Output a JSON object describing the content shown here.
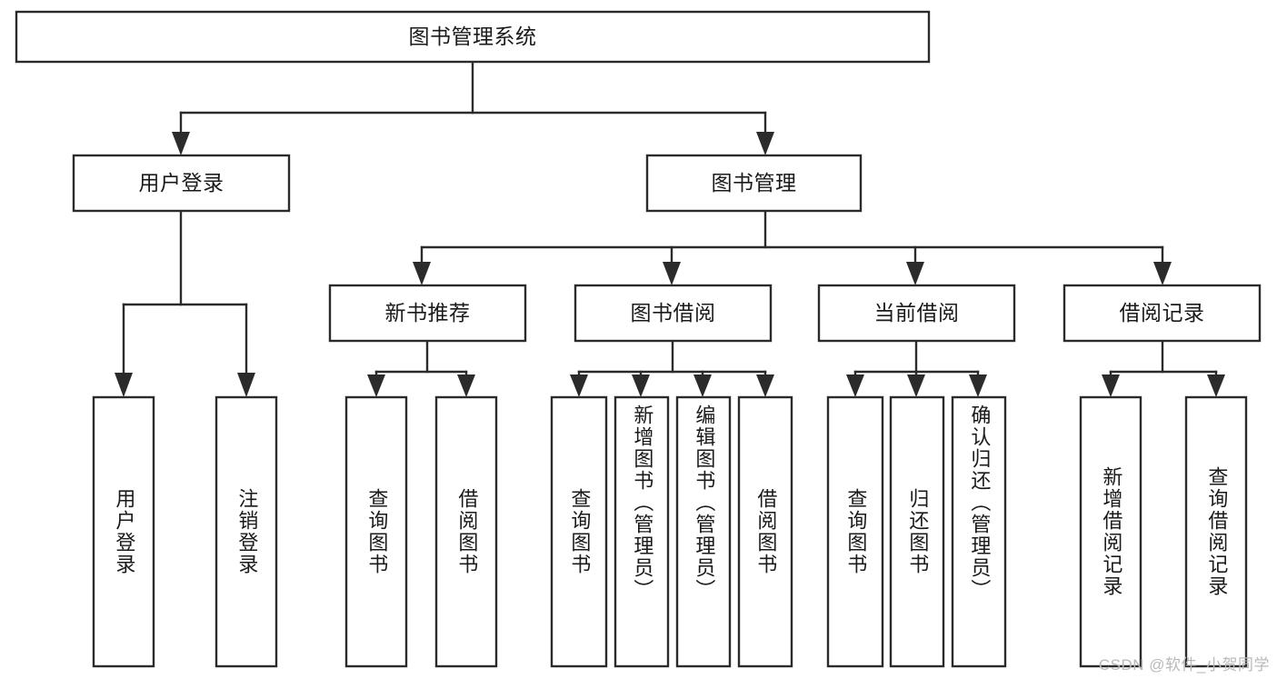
{
  "diagram": {
    "title": "图书管理系统",
    "type": "tree",
    "watermark": "CSDN @软件_小贺同学",
    "colors": {
      "stroke": "#2b2b2b",
      "fill": "#ffffff",
      "text": "#1a1a1a",
      "watermark": "#b9b9b9",
      "background": "#ffffff"
    },
    "levels": {
      "root": {
        "label": "图书管理系统"
      },
      "level2": [
        {
          "id": "user-login",
          "label": "用户登录"
        },
        {
          "id": "book-manage",
          "label": "图书管理"
        }
      ],
      "level3": [
        {
          "id": "new-book-recommend",
          "label": "新书推荐",
          "parent": "book-manage"
        },
        {
          "id": "book-borrow",
          "label": "图书借阅",
          "parent": "book-manage"
        },
        {
          "id": "current-borrow",
          "label": "当前借阅",
          "parent": "book-manage"
        },
        {
          "id": "borrow-record",
          "label": "借阅记录",
          "parent": "book-manage"
        }
      ],
      "leaves": [
        {
          "id": "leaf-user-login",
          "label": "用户登录",
          "parent": "user-login"
        },
        {
          "id": "leaf-logout-login",
          "label": "注销登录",
          "parent": "user-login"
        },
        {
          "id": "leaf-query-book-1",
          "label": "查询图书",
          "parent": "new-book-recommend"
        },
        {
          "id": "leaf-borrow-book-1",
          "label": "借阅图书",
          "parent": "new-book-recommend"
        },
        {
          "id": "leaf-query-book-2",
          "label": "查询图书",
          "parent": "book-borrow"
        },
        {
          "id": "leaf-add-book",
          "label": "新增图书（管理员）",
          "parent": "book-borrow"
        },
        {
          "id": "leaf-edit-book",
          "label": "编辑图书（管理员）",
          "parent": "book-borrow"
        },
        {
          "id": "leaf-borrow-book-2",
          "label": "借阅图书",
          "parent": "book-borrow"
        },
        {
          "id": "leaf-query-book-3",
          "label": "查询图书",
          "parent": "current-borrow"
        },
        {
          "id": "leaf-return-book",
          "label": "归还图书",
          "parent": "current-borrow"
        },
        {
          "id": "leaf-confirm-return",
          "label": "确认归还（管理员）",
          "parent": "current-borrow"
        },
        {
          "id": "leaf-add-record",
          "label": "新增借阅记录",
          "parent": "borrow-record"
        },
        {
          "id": "leaf-query-record",
          "label": "查询借阅记录",
          "parent": "borrow-record"
        }
      ]
    }
  }
}
